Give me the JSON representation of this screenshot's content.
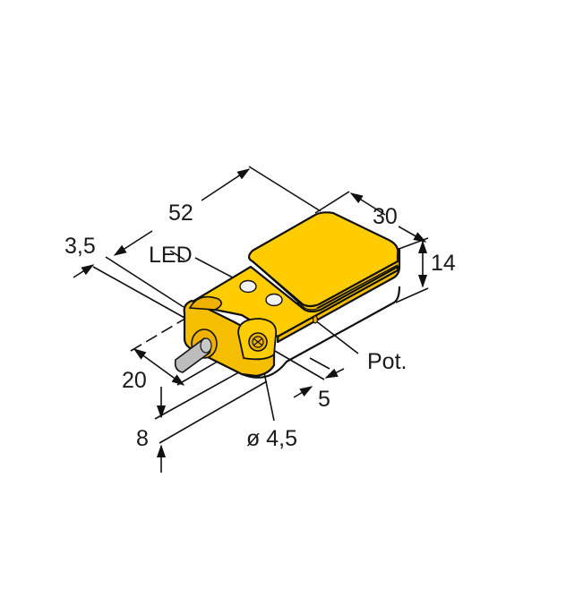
{
  "diagram": {
    "type": "dimensional-drawing",
    "subject": "rectangular inductive sensor with cable",
    "colors": {
      "housing_top": "#FFCC00",
      "housing_side": "#F5BE00",
      "housing_shadow": "#E8A800",
      "cable": "#BDBDBD",
      "led_window": "#F2F2F2",
      "line": "#111111",
      "background": "#FFFFFF"
    },
    "dimensions": {
      "length": "52",
      "width": "30",
      "height": "14",
      "step_depth": "3,5",
      "cable_offset": "20",
      "screw_offset": "5",
      "cable_height": "8",
      "hole_diameter": "ø 4,5"
    },
    "callouts": {
      "led": "LED",
      "pot": "Pot."
    }
  }
}
